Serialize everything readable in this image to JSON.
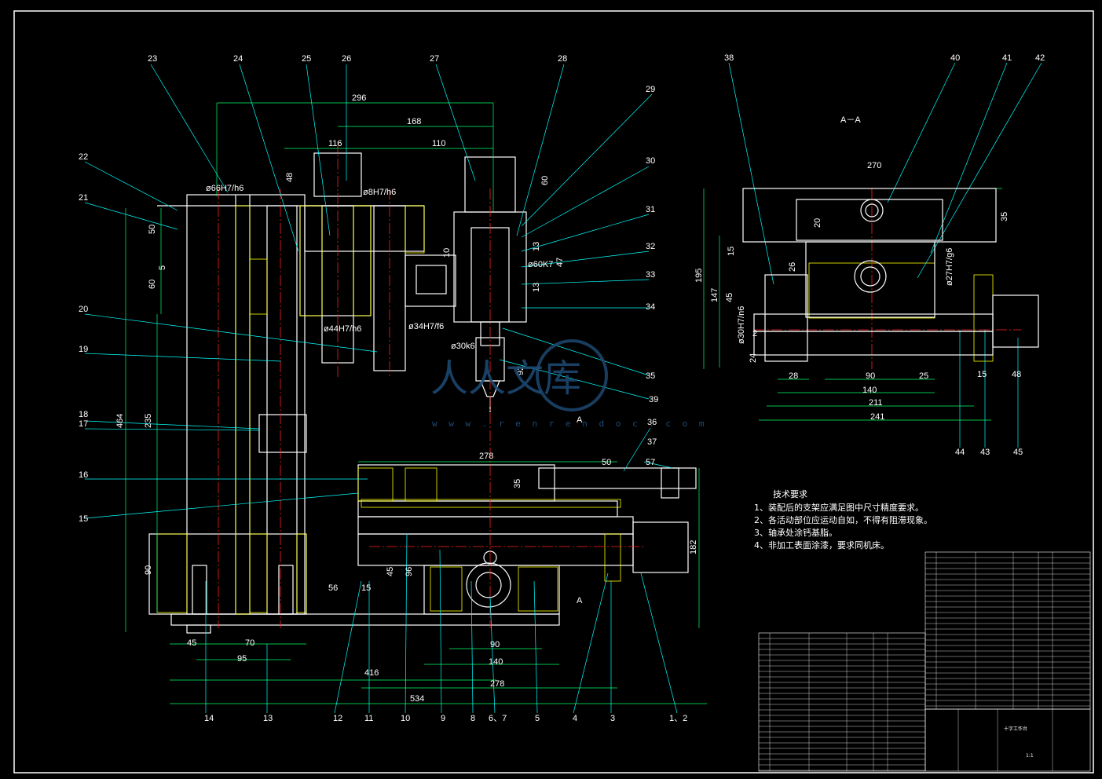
{
  "drawing": {
    "section_title": "A－A",
    "section_marker": "A",
    "colors": {
      "background": "#000000",
      "outline": "#ffffff",
      "hatch": "#ffff00",
      "centerline": "#ff2020",
      "dimension": "#00ff66",
      "leader": "#00ffff",
      "hidden": "#ff3ff0",
      "watermark": "#1e4c77"
    },
    "part_labels": [
      "23",
      "24",
      "25",
      "26",
      "27",
      "28",
      "29",
      "30",
      "31",
      "32",
      "33",
      "34",
      "35",
      "39",
      "22",
      "21",
      "20",
      "19",
      "18",
      "17",
      "16",
      "15",
      "36",
      "37",
      "38",
      "40",
      "41",
      "42",
      "44",
      "43",
      "45",
      "14",
      "13",
      "12",
      "11",
      "10",
      "9",
      "8",
      "6、7",
      "5",
      "4",
      "3",
      "1、2"
    ],
    "dimensions_main": [
      "296",
      "168",
      "116",
      "110",
      "ø66H7/h6",
      "ø8H7/h6",
      "60",
      "48",
      "50",
      "5",
      "60",
      "10",
      "13",
      "ø60K7",
      "47",
      "13",
      "ø44H7/h6",
      "ø34H7/f6",
      "ø30k6",
      "92",
      "464",
      "235",
      "90",
      "56",
      "15",
      "45",
      "96",
      "278",
      "35",
      "50",
      "57",
      "182",
      "45",
      "70",
      "95",
      "90",
      "140",
      "278",
      "416",
      "534"
    ],
    "dimensions_section": [
      "270",
      "35",
      "20",
      "15",
      "26",
      "195",
      "147",
      "45",
      "ø30H7/n6",
      "2",
      "24",
      "ø27H7/g6",
      "28",
      "90",
      "25",
      "15",
      "48",
      "140",
      "211",
      "241"
    ]
  },
  "technical_requirements": {
    "title": "技术要求",
    "items": [
      "1、装配后的支架应满足图中尺寸精度要求。",
      "2、各活动部位应运动自如，不得有阻滞现象。",
      "3、轴承处涂钙基脂。",
      "4、非加工表面涂漆，要求同机床。"
    ]
  },
  "title_block": {
    "drawing_name": "十字工作台",
    "scale": "1:1"
  },
  "watermark": {
    "text": "人人文库",
    "url": "w w w . r e n r e n d o c . c o m"
  }
}
